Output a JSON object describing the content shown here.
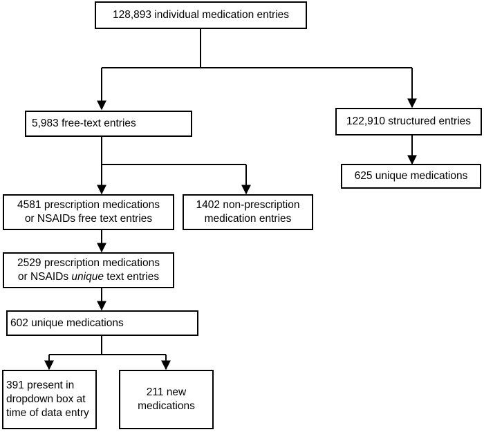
{
  "boxes": {
    "total": "128,893 individual medication entries",
    "free_text": "5,983 free-text entries",
    "structured": "122,910 structured entries",
    "unique_structured": "625 unique medications",
    "rx_free_line1": "4581 prescription  medications",
    "rx_free_line2": "or NSAIDs free text entries",
    "nonrx_line1": "1402 non-prescription",
    "nonrx_line2": "medication entries",
    "rx_unique_line1": "2529 prescription  medications",
    "rx_unique_line2_a": "or NSAIDs ",
    "rx_unique_line2_b": "unique",
    "rx_unique_line2_c": " text entries",
    "unique_602": "602 unique medications",
    "present_line1": "391 present in",
    "present_line2": "dropdown box at",
    "present_line3": "time of data entry",
    "new_line1": "211 new",
    "new_line2": "medications"
  }
}
